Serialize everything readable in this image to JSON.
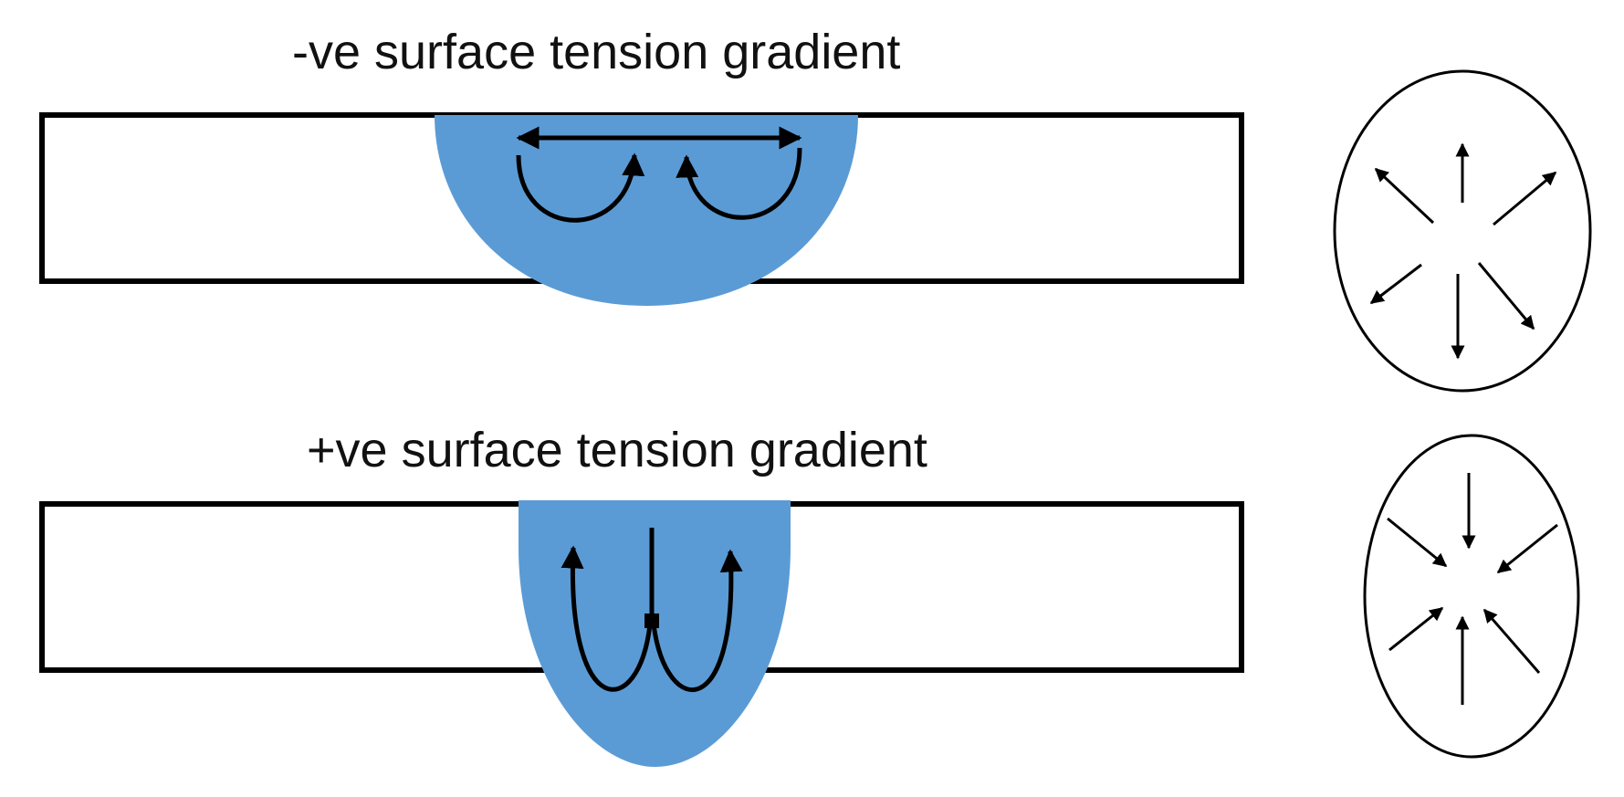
{
  "labels": {
    "negative_gradient": "-ve surface tension gradient",
    "positive_gradient": "+ve surface tension gradient"
  },
  "colors": {
    "weld_pool": "#5B9BD5",
    "stroke": "#000000",
    "background": "#FFFFFF"
  },
  "panels": [
    {
      "id": "negative",
      "flow": "outward",
      "pool_shape": "wide-shallow"
    },
    {
      "id": "positive",
      "flow": "inward",
      "pool_shape": "narrow-deep"
    }
  ]
}
